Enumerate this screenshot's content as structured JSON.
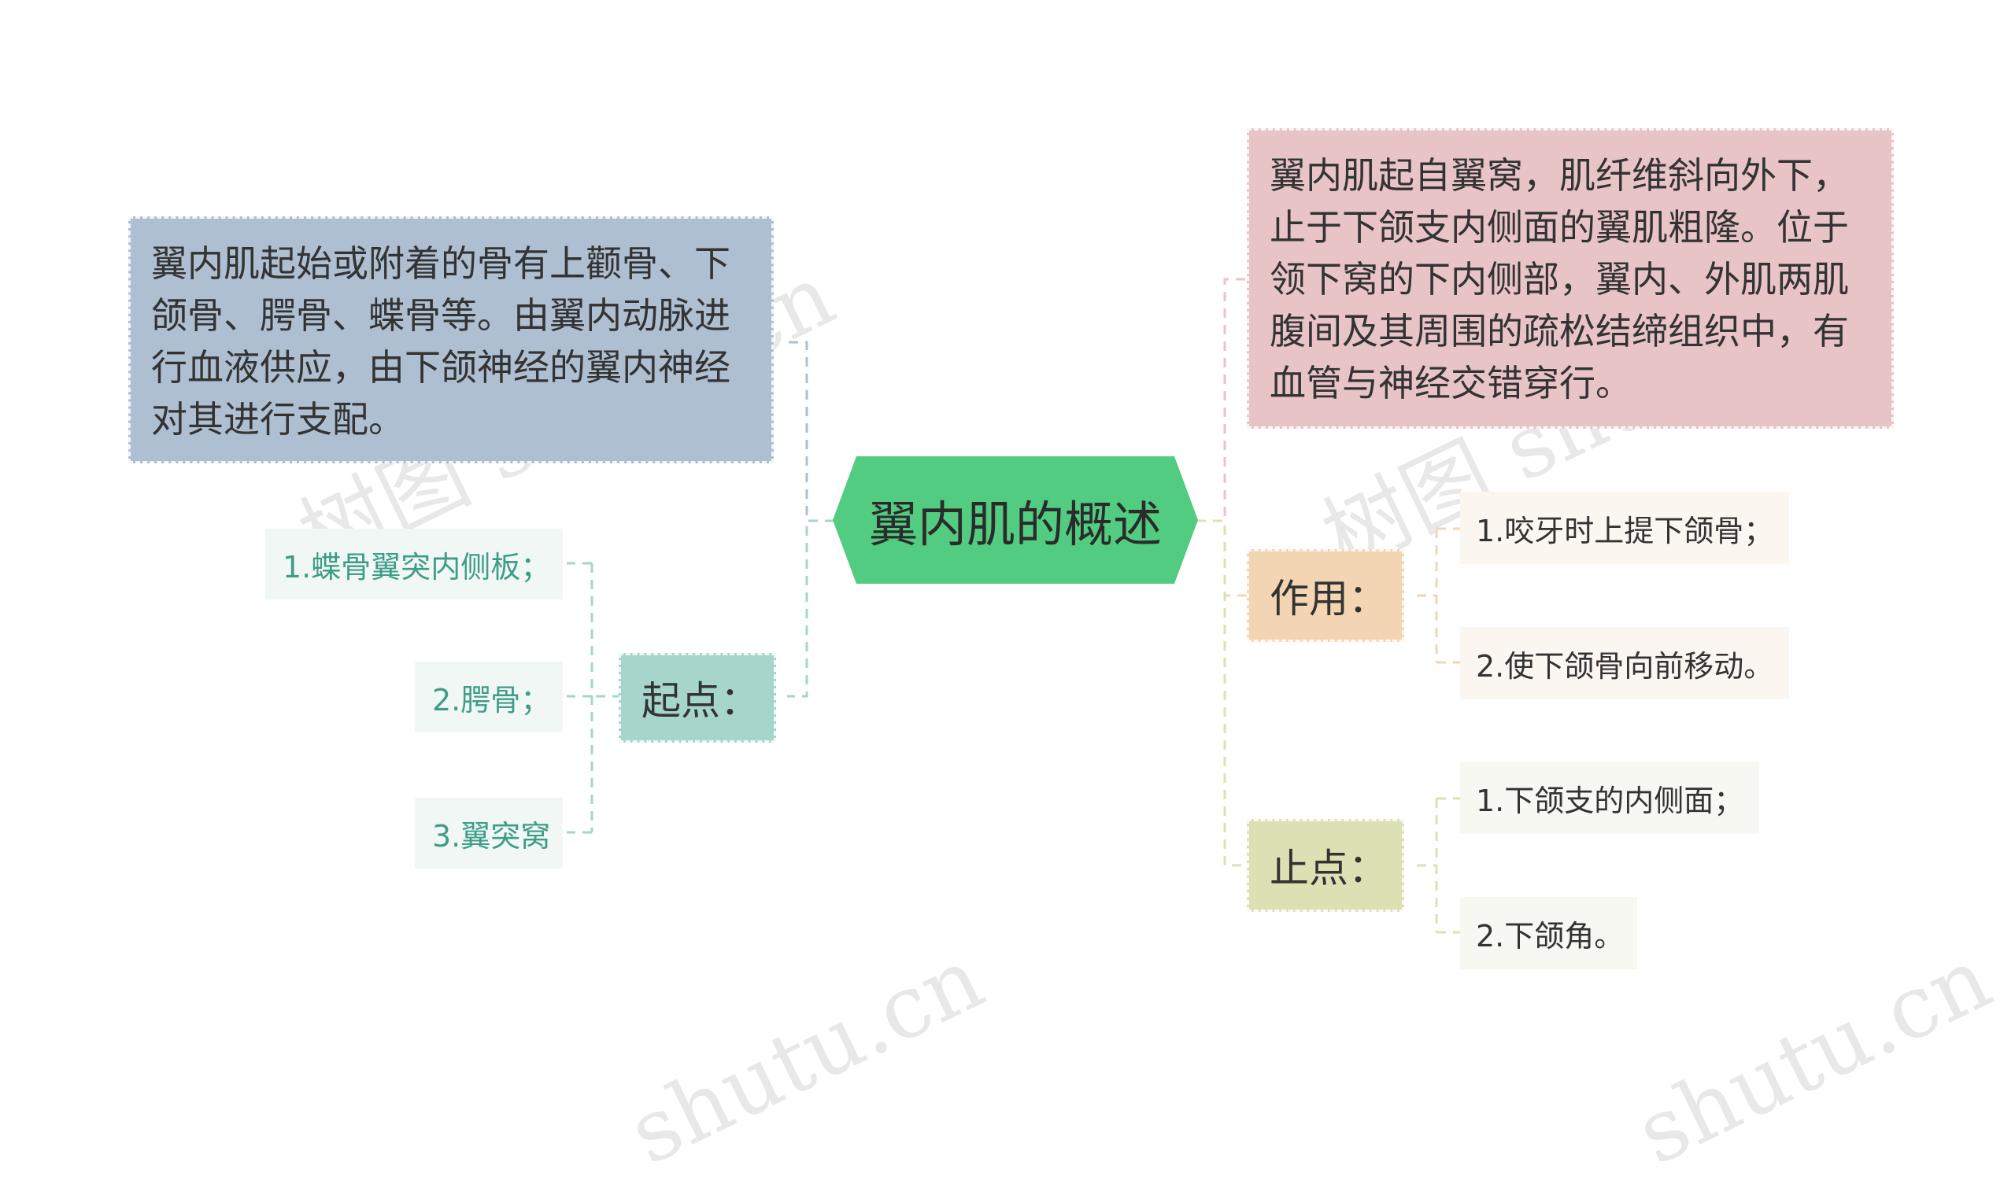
{
  "topic": "翼内肌的概述",
  "left_desc": "翼内肌起始或附着的骨有上颧骨、下颌骨、腭骨、蝶骨等。由翼内动脉进行血液供应，由下颌神经的翼内神经对其进行支配。",
  "right_desc": "翼内肌起自翼窝，肌纤维斜向外下，止于下颌支内侧面的翼肌粗隆。位于领下窝的下内侧部，翼内、外肌两肌腹间及其周围的疏松结缔组织中，有血管与神经交错穿行。",
  "origin": {
    "label": "起点：",
    "items": [
      "1.蝶骨翼突内侧板；",
      "2.腭骨；",
      "3.翼突窝"
    ]
  },
  "function": {
    "label": "作用：",
    "items": [
      "1.咬牙时上提下颌骨；",
      "2.使下颌骨向前移动。"
    ]
  },
  "insertion": {
    "label": "止点：",
    "items": [
      "1.下颌支的内侧面；",
      "2.下颌角。"
    ]
  },
  "watermark": {
    "text1": "树图 shutu.cn",
    "text2": "shutu.cn"
  },
  "colors": {
    "topic": "#52cc80",
    "left_desc": "#aebfd2",
    "right_desc": "#e8c4c6",
    "origin": "#a6d6cb",
    "function": "#f3d5b4",
    "insertion": "#dce1b3",
    "origin_leaf_text": "#3e9d87",
    "leaf_text": "#333333"
  }
}
